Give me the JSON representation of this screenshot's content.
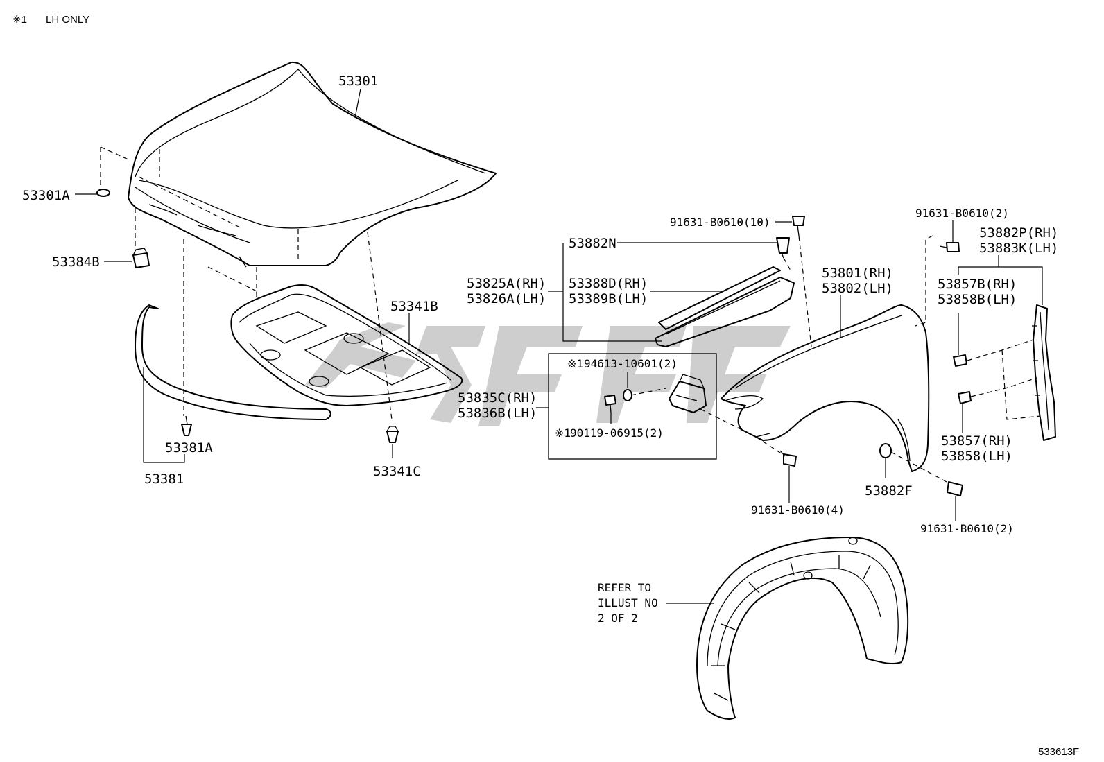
{
  "header_note": {
    "mark": "※1",
    "text": "LH ONLY"
  },
  "diagram_id": "533613F",
  "labels": {
    "hood": "53301",
    "hood_cushion": "53301A",
    "hood_bumper": "53384B",
    "hood_seal": "53381",
    "hood_seal_clip": "53381A",
    "insulator": "53341B",
    "insulator_clip": "53341C",
    "seal_retainer_clip": "53882N",
    "fender_seal_rh": "53388D(RH)",
    "fender_seal_lh": "53389B(LH)",
    "fender_rear_seal_rh": "53825A(RH)",
    "fender_rear_seal_lh": "53826A(LH)",
    "bolt_10": "91631-B0610(10)",
    "fender_rh": "53801(RH)",
    "fender_lh": "53802(LH)",
    "bolt_2_top": "91631-B0610(2)",
    "protector_rh": "53882P(RH)",
    "protector_lh": "53883K(LH)",
    "clip_b_rh": "53857B(RH)",
    "clip_b_lh": "53858B(LH)",
    "bracket_rh": "53835C(RH)",
    "bracket_lh": "53836B(LH)",
    "washer_mark": "※1",
    "washer": "94613-10601(2)",
    "screw_mark": "※1",
    "screw": "90119-06915(2)",
    "clip_rh": "53857(RH)",
    "clip_lh": "53858(LH)",
    "fender_cushion": "53882F",
    "bolt_4": "91631-B0610(4)",
    "bolt_2_bottom": "91631-B0610(2)",
    "refer_line1": "REFER TO",
    "refer_line2": "ILLUST NO",
    "refer_line3": "2 OF 2"
  }
}
